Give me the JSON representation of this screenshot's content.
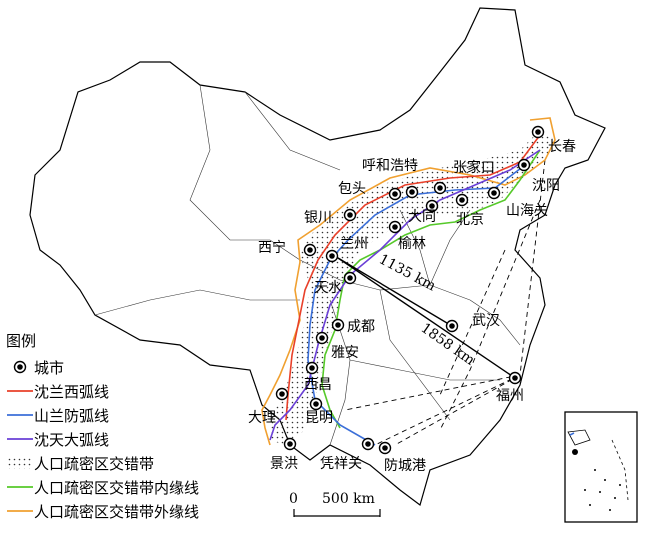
{
  "legend": {
    "title": "图例",
    "items": [
      {
        "label": "城市",
        "symbol": "city-dot",
        "color": "#000000"
      },
      {
        "label": "沈兰西弧线",
        "symbol": "line",
        "color": "#e8402a"
      },
      {
        "label": "山兰防弧线",
        "symbol": "line",
        "color": "#3b6fd8"
      },
      {
        "label": "沈天大弧线",
        "symbol": "line",
        "color": "#6a3fd6"
      },
      {
        "label": "人口疏密区交错带",
        "symbol": "dots",
        "color": "#555555"
      },
      {
        "label": "人口疏密区交错带内缘线",
        "symbol": "line",
        "color": "#56c92a"
      },
      {
        "label": "人口疏密区交错带外缘线",
        "symbol": "line",
        "color": "#f0a030"
      }
    ]
  },
  "cities": {
    "changchun": "长春",
    "shenyang": "沈阳",
    "shanhaiguan": "山海关",
    "beijing": "北京",
    "zhangjiakou": "张家口",
    "huhehaote": "呼和浩特",
    "baotou": "包头",
    "datong": "大同",
    "yulin": "榆林",
    "yinchuan": "银川",
    "lanzhou": "兰州",
    "xining": "西宁",
    "tianshui": "天水",
    "chengdu": "成都",
    "yaan": "雅安",
    "xichang": "西昌",
    "dali": "大理",
    "kunming": "昆明",
    "jinghong": "景洪",
    "pingxiangguan": "凭祥关",
    "fangchenggang": "防城港",
    "wuhan": "武汉",
    "fuzhou": "福州"
  },
  "distances": {
    "d1": "1135 km",
    "d2": "1858 km"
  },
  "scale": {
    "zero": "0",
    "label": "500 km"
  }
}
